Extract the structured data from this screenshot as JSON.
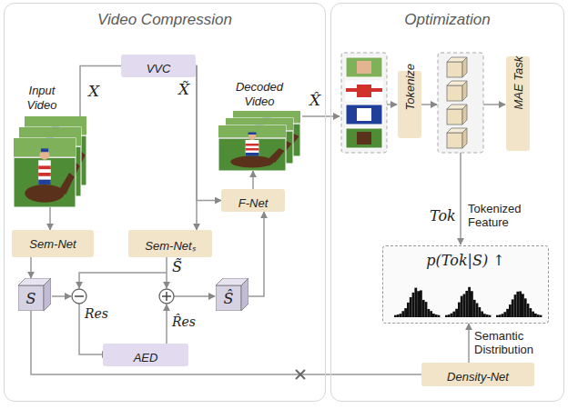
{
  "diagram": {
    "nodes": [
      {
        "text": [
          "Video Compression"
        ]
      },
      {
        "text": [
          "VVC"
        ],
        "in": 0
      },
      {
        "text": [
          "Input Video"
        ],
        "in": 0
      },
      {
        "text": [
          "Decoded Video"
        ],
        "in": 0
      },
      {
        "text": [
          "F-Net"
        ],
        "in": 0
      },
      {
        "text": [
          "Sem-Net"
        ],
        "in": 0
      },
      {
        "text": [
          "Sem-Netₛ"
        ],
        "in": 0
      },
      {
        "text": [
          "S"
        ],
        "in": 0
      },
      {
        "text": [
          "Ŝ"
        ],
        "in": 0
      },
      {
        "text": [
          "AED"
        ],
        "in": 0
      },
      {
        "text": [
          "Optimization"
        ]
      },
      {
        "text": [
          "Tokenize"
        ],
        "in": 10
      },
      {
        "text": [
          "MAE Task"
        ],
        "in": 10
      },
      {
        "text": [
          "p(Tok|S) ↑"
        ],
        "in": 10
      },
      {
        "text": [
          "Density-Net"
        ],
        "in": 10
      }
    ],
    "edges": [
      {
        "from": 2,
        "to": 1,
        "arrow": "none"
      },
      {
        "from": 1,
        "to": 6,
        "arrow": "to"
      },
      {
        "from": 1,
        "to": 4,
        "arrow": "to"
      },
      {
        "from": 2,
        "to": 5,
        "arrow": "to"
      },
      {
        "from": 5,
        "to": 7,
        "arrow": "to"
      },
      {
        "from": 4,
        "to": 3,
        "arrow": "to"
      },
      {
        "from": 8,
        "to": 4,
        "arrow": "to"
      },
      {
        "from": 7,
        "to": 14,
        "arrow": "none"
      },
      {
        "from": 14,
        "to": 13,
        "arrow": "to"
      }
    ],
    "labels": [
      "X",
      "X̃",
      "X̂",
      "S̃",
      "Res",
      "R̂es",
      "Tok",
      "Tokenized Feature",
      "Semantic Distribution"
    ]
  }
}
